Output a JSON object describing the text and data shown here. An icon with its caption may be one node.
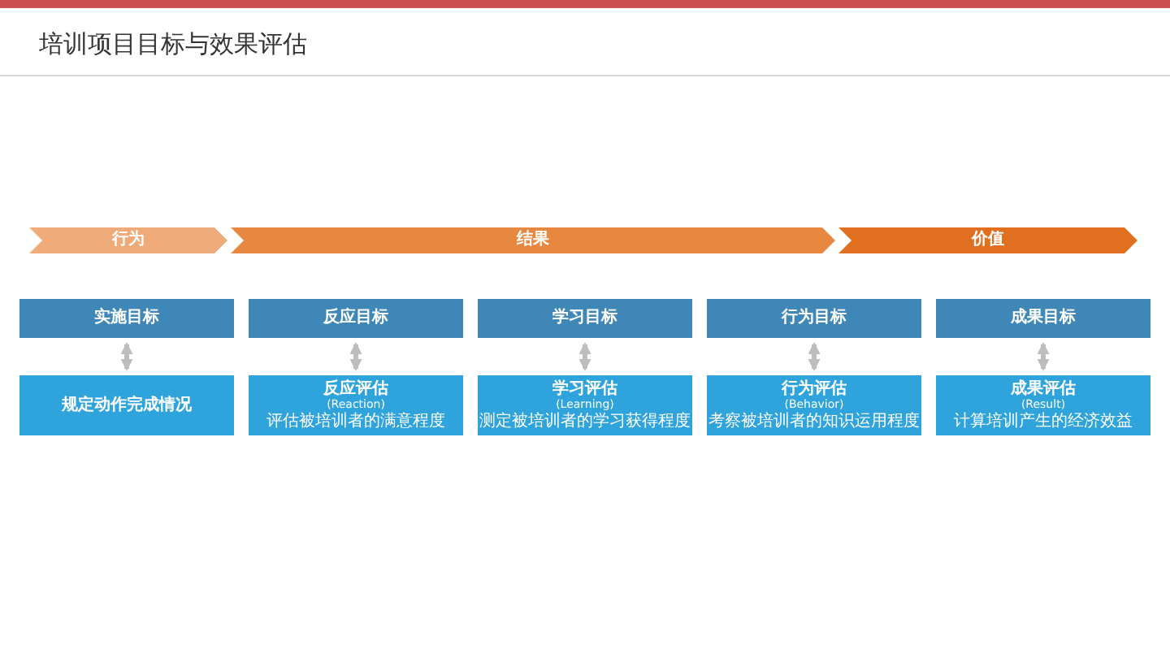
{
  "diagram": {
    "title": "培训项目目标与效果评估",
    "nodes": [
      {
        "text": [
          "行为"
        ]
      },
      {
        "text": [
          "结果"
        ]
      },
      {
        "text": [
          "价值"
        ]
      },
      {
        "text": [
          "实施目标"
        ]
      },
      {
        "text": [
          "反应目标"
        ]
      },
      {
        "text": [
          "学习目标"
        ]
      },
      {
        "text": [
          "行为目标"
        ]
      },
      {
        "text": [
          "成果目标"
        ]
      },
      {
        "text": [
          "规定动作完成情况"
        ]
      },
      {
        "text": [
          "反应评估",
          "(Reaction)",
          "评估被培训者的满意程度"
        ]
      },
      {
        "text": [
          "学习评估",
          "(Learning)",
          "测定被培训者的学习获得程度"
        ]
      },
      {
        "text": [
          "行为评估",
          "(Behavior)",
          "考察被培训者的知识运用程度"
        ]
      },
      {
        "text": [
          "成果评估",
          "(Result)",
          "计算培训产生的经济效益"
        ]
      }
    ],
    "edges": [
      {
        "from": 3,
        "to": 8,
        "arrow": "both"
      },
      {
        "from": 4,
        "to": 9,
        "arrow": "both"
      },
      {
        "from": 5,
        "to": 10,
        "arrow": "both"
      },
      {
        "from": 6,
        "to": 11,
        "arrow": "both"
      },
      {
        "from": 7,
        "to": 12,
        "arrow": "both"
      }
    ]
  }
}
